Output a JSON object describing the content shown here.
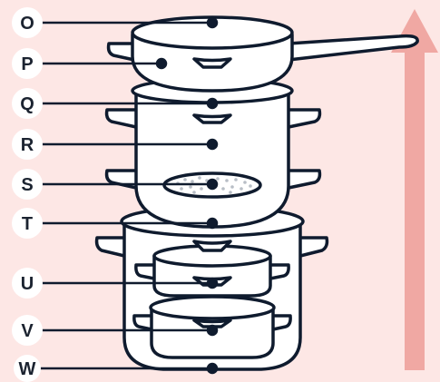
{
  "diagram": {
    "labels": [
      "O",
      "P",
      "Q",
      "R",
      "S",
      "T",
      "U",
      "V",
      "W"
    ],
    "colors": {
      "background": "#fde7e5",
      "ink": "#0f1b2e",
      "pot_fill": "#ffffff",
      "arrow": "#f0a8a3",
      "label_bg": "#ffffff",
      "steamer_dots": "#c8ccd2"
    },
    "icons": [
      "skillet-icon",
      "saucepan-icon",
      "steamer-insert-icon",
      "stockpot-icon",
      "nested-pots-icon",
      "up-arrow-icon"
    ]
  }
}
